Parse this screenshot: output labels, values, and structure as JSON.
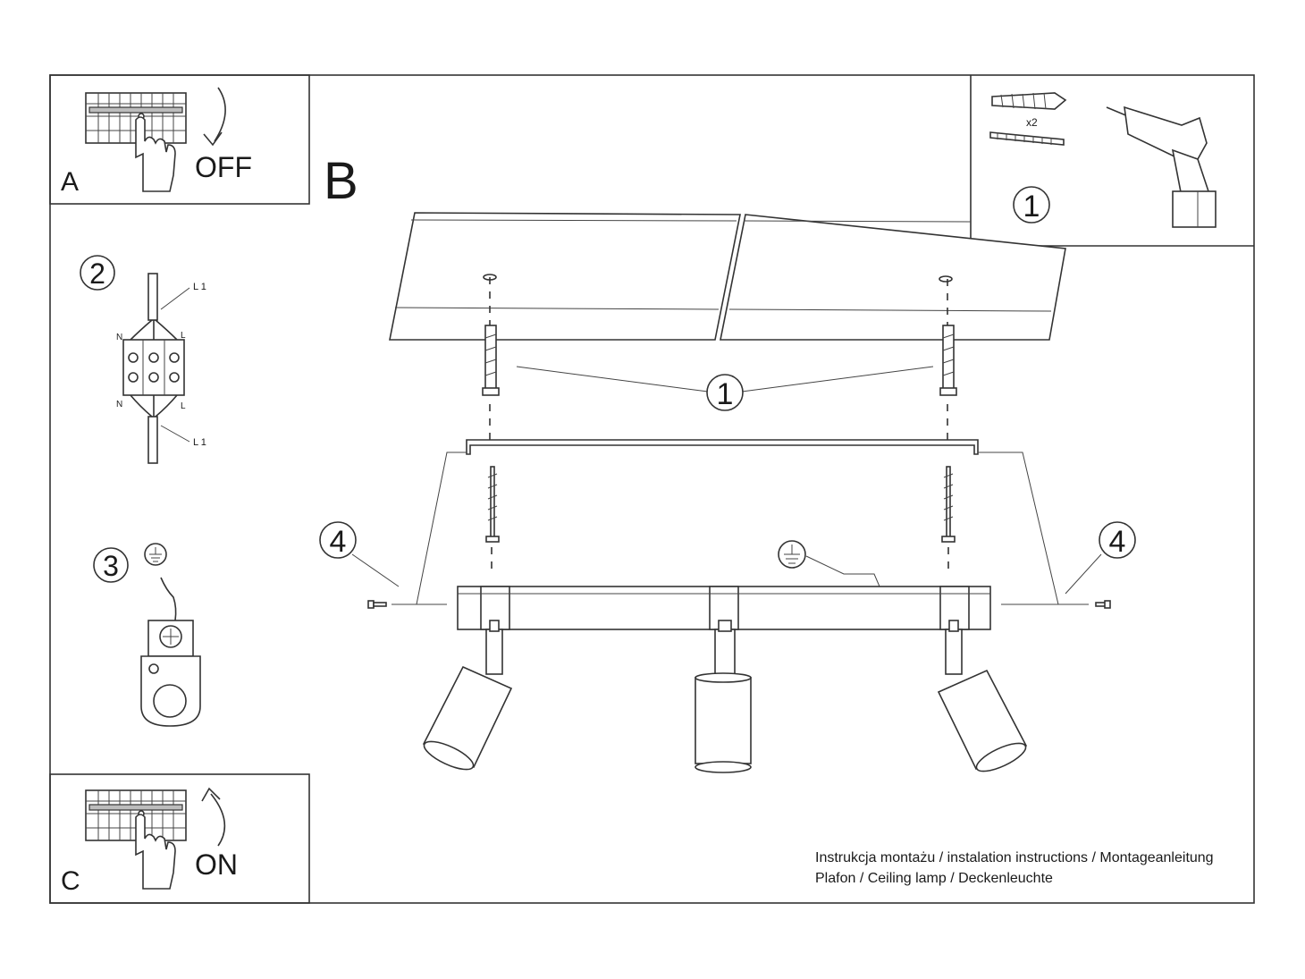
{
  "panels": {
    "a": {
      "letter": "A",
      "switch_label": "OFF"
    },
    "b": {
      "letter": "B"
    },
    "c": {
      "letter": "C",
      "switch_label": "ON"
    }
  },
  "callouts": {
    "tools_step": "1",
    "dowel_quantity": "x2",
    "wiring_step": "2",
    "ground_step": "3",
    "mount_step": "1",
    "screw_left_step": "4",
    "screw_right_step": "4"
  },
  "terminal_labels": {
    "l1_top": "L 1",
    "n_top": "N",
    "l_top": "L",
    "n_bottom": "N",
    "l_bottom": "L",
    "l1_bottom": "L 1"
  },
  "footer": {
    "line1": "Instrukcja montażu / instalation instructions / Montageanleitung",
    "line2": "Plafon / Ceiling lamp / Deckenleuchte"
  }
}
